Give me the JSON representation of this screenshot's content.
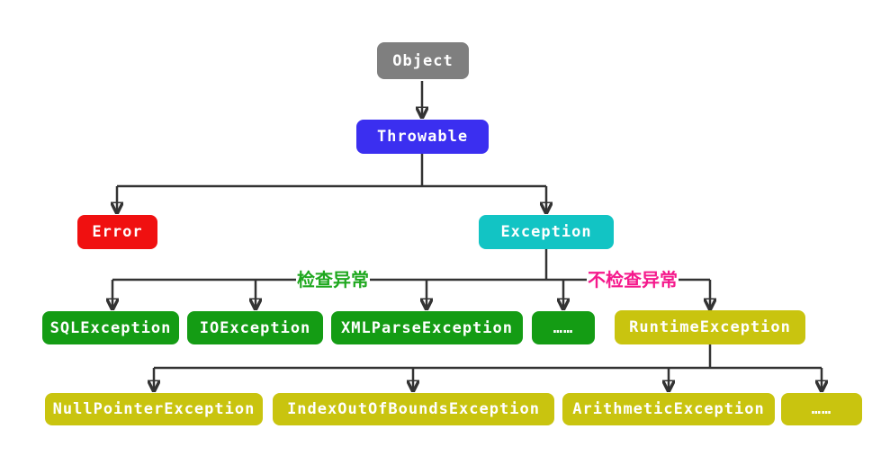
{
  "nodes": {
    "object": {
      "label": "Object"
    },
    "throwable": {
      "label": "Throwable"
    },
    "error": {
      "label": "Error"
    },
    "exception": {
      "label": "Exception"
    },
    "sql_exception": {
      "label": "SQLException"
    },
    "io_exception": {
      "label": "IOException"
    },
    "xml_parse_exception": {
      "label": "XMLParseException"
    },
    "checked_ellipsis": {
      "label": "……"
    },
    "runtime_exception": {
      "label": "RuntimeException"
    },
    "null_pointer_exception": {
      "label": "NullPointerException"
    },
    "index_out_of_bounds_exception": {
      "label": "IndexOutOfBoundsException"
    },
    "arithmetic_exception": {
      "label": "ArithmeticException"
    },
    "runtime_ellipsis": {
      "label": "……"
    }
  },
  "annotations": {
    "checked": {
      "label": "检查异常",
      "color": "#1fa81f"
    },
    "unchecked": {
      "label": "不检查异常",
      "color": "#f5198c"
    }
  },
  "colors": {
    "object_node": "#7f7f7f",
    "throwable_node": "#3b2ff0",
    "error_node": "#f01010",
    "exception_node": "#12c4c4",
    "checked_group_nodes": "#149c14",
    "runtime_group_nodes": "#c9c40f",
    "connector": "#333333",
    "node_text": "#ffffff",
    "background": "#ffffff"
  }
}
